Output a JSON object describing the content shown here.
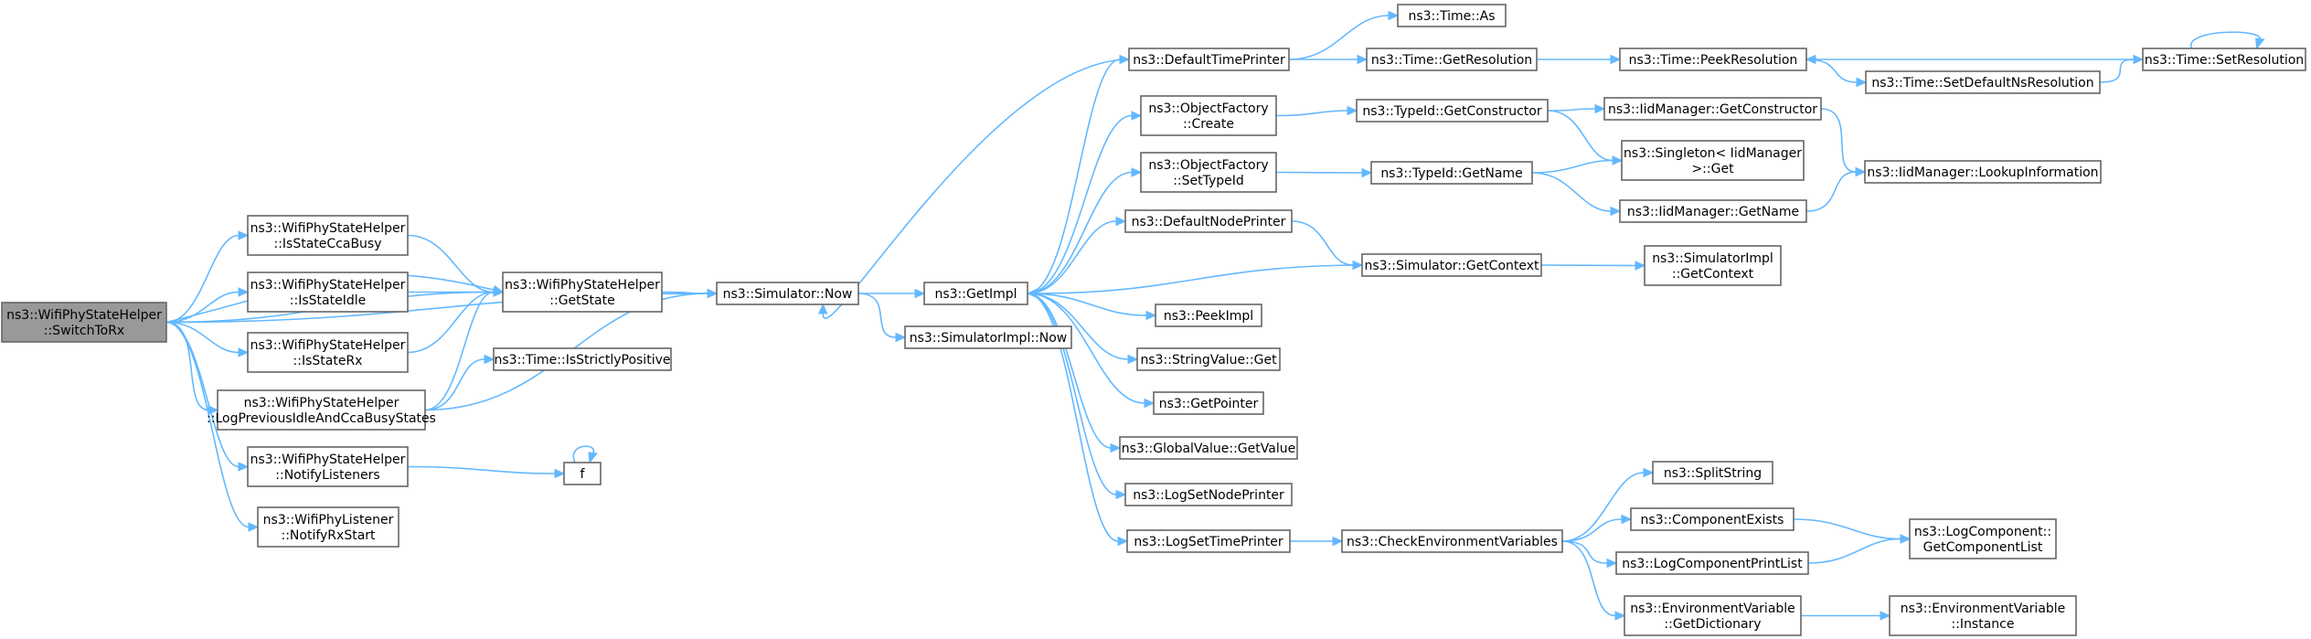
{
  "diagram": {
    "nodes": [
      {
        "id": "switchToRx",
        "lines": [
          "ns3::WifiPhyStateHelper",
          "::SwitchToRx"
        ],
        "root": true
      },
      {
        "id": "isCcaBusy",
        "lines": [
          "ns3::WifiPhyStateHelper",
          "::IsStateCcaBusy"
        ]
      },
      {
        "id": "isIdle",
        "lines": [
          "ns3::WifiPhyStateHelper",
          "::IsStateIdle"
        ]
      },
      {
        "id": "isRx",
        "lines": [
          "ns3::WifiPhyStateHelper",
          "::IsStateRx"
        ]
      },
      {
        "id": "logPrev",
        "lines": [
          "ns3::WifiPhyStateHelper",
          "::LogPreviousIdleAndCcaBusyStates"
        ]
      },
      {
        "id": "notifyListeners",
        "lines": [
          "ns3::WifiPhyStateHelper",
          "::NotifyListeners"
        ]
      },
      {
        "id": "notifyRxStart",
        "lines": [
          "ns3::WifiPhyListener",
          "::NotifyRxStart"
        ]
      },
      {
        "id": "getState",
        "lines": [
          "ns3::WifiPhyStateHelper",
          "::GetState"
        ]
      },
      {
        "id": "isStrictlyPositive",
        "lines": [
          "ns3::Time::IsStrictlyPositive"
        ]
      },
      {
        "id": "f",
        "lines": [
          "f"
        ]
      },
      {
        "id": "simNow",
        "lines": [
          "ns3::Simulator::Now"
        ]
      },
      {
        "id": "getImpl",
        "lines": [
          "ns3::GetImpl"
        ]
      },
      {
        "id": "simImplNow",
        "lines": [
          "ns3::SimulatorImpl::Now"
        ]
      },
      {
        "id": "defTimePrinter",
        "lines": [
          "ns3::DefaultTimePrinter"
        ]
      },
      {
        "id": "ofCreate",
        "lines": [
          "ns3::ObjectFactory",
          "::Create"
        ]
      },
      {
        "id": "ofSetTypeId",
        "lines": [
          "ns3::ObjectFactory",
          "::SetTypeId"
        ]
      },
      {
        "id": "defNodePrinter",
        "lines": [
          "ns3::DefaultNodePrinter"
        ]
      },
      {
        "id": "peekImpl",
        "lines": [
          "ns3::PeekImpl"
        ]
      },
      {
        "id": "strValGet",
        "lines": [
          "ns3::StringValue::Get"
        ]
      },
      {
        "id": "getPointer",
        "lines": [
          "ns3::GetPointer"
        ]
      },
      {
        "id": "gvGetValue",
        "lines": [
          "ns3::GlobalValue::GetValue"
        ]
      },
      {
        "id": "logSetNodePrinter",
        "lines": [
          "ns3::LogSetNodePrinter"
        ]
      },
      {
        "id": "logSetTimePrinter",
        "lines": [
          "ns3::LogSetTimePrinter"
        ]
      },
      {
        "id": "timeAs",
        "lines": [
          "ns3::Time::As"
        ]
      },
      {
        "id": "timeGetRes",
        "lines": [
          "ns3::Time::GetResolution"
        ]
      },
      {
        "id": "typeIdGetCtor",
        "lines": [
          "ns3::TypeId::GetConstructor"
        ]
      },
      {
        "id": "typeIdGetName",
        "lines": [
          "ns3::TypeId::GetName"
        ]
      },
      {
        "id": "simGetContext",
        "lines": [
          "ns3::Simulator::GetContext"
        ]
      },
      {
        "id": "checkEnv",
        "lines": [
          "ns3::CheckEnvironmentVariables"
        ]
      },
      {
        "id": "timePeekRes",
        "lines": [
          "ns3::Time::PeekResolution"
        ]
      },
      {
        "id": "iidGetCtor",
        "lines": [
          "ns3::IidManager::GetConstructor"
        ]
      },
      {
        "id": "singletonGet",
        "lines": [
          "ns3::Singleton< IidManager",
          " >::Get"
        ]
      },
      {
        "id": "iidGetName",
        "lines": [
          "ns3::IidManager::GetName"
        ]
      },
      {
        "id": "simImplGetContext",
        "lines": [
          "ns3::SimulatorImpl",
          "::GetContext"
        ]
      },
      {
        "id": "splitString",
        "lines": [
          "ns3::SplitString"
        ]
      },
      {
        "id": "compExists",
        "lines": [
          "ns3::ComponentExists"
        ]
      },
      {
        "id": "logCompPrintList",
        "lines": [
          "ns3::LogComponentPrintList"
        ]
      },
      {
        "id": "envGetDict",
        "lines": [
          "ns3::EnvironmentVariable",
          "::GetDictionary"
        ]
      },
      {
        "id": "timeSetDefNs",
        "lines": [
          "ns3::Time::SetDefaultNsResolution"
        ]
      },
      {
        "id": "timeSetRes",
        "lines": [
          "ns3::Time::SetResolution"
        ]
      },
      {
        "id": "iidLookup",
        "lines": [
          "ns3::IidManager::LookupInformation"
        ]
      },
      {
        "id": "logCompGetList",
        "lines": [
          "ns3::LogComponent::",
          "GetComponentList"
        ]
      },
      {
        "id": "envInstance",
        "lines": [
          "ns3::EnvironmentVariable",
          "::Instance"
        ]
      }
    ],
    "edges": [
      [
        "switchToRx",
        "isCcaBusy"
      ],
      [
        "switchToRx",
        "isIdle"
      ],
      [
        "switchToRx",
        "isRx"
      ],
      [
        "switchToRx",
        "logPrev"
      ],
      [
        "switchToRx",
        "notifyListeners"
      ],
      [
        "switchToRx",
        "notifyRxStart"
      ],
      [
        "switchToRx",
        "getState"
      ],
      [
        "switchToRx",
        "getState"
      ],
      [
        "switchToRx",
        "simNow"
      ],
      [
        "isCcaBusy",
        "getState"
      ],
      [
        "isIdle",
        "getState"
      ],
      [
        "isRx",
        "getState"
      ],
      [
        "logPrev",
        "getState"
      ],
      [
        "logPrev",
        "isStrictlyPositive"
      ],
      [
        "logPrev",
        "simNow"
      ],
      [
        "notifyListeners",
        "f"
      ],
      [
        "f",
        "f"
      ],
      [
        "getState",
        "simNow"
      ],
      [
        "simNow",
        "getImpl"
      ],
      [
        "simNow",
        "simImplNow"
      ],
      [
        "getImpl",
        "defTimePrinter"
      ],
      [
        "getImpl",
        "ofCreate"
      ],
      [
        "getImpl",
        "ofSetTypeId"
      ],
      [
        "getImpl",
        "defNodePrinter"
      ],
      [
        "getImpl",
        "peekImpl"
      ],
      [
        "getImpl",
        "strValGet"
      ],
      [
        "getImpl",
        "getPointer"
      ],
      [
        "getImpl",
        "gvGetValue"
      ],
      [
        "getImpl",
        "logSetNodePrinter"
      ],
      [
        "getImpl",
        "logSetTimePrinter"
      ],
      [
        "defTimePrinter",
        "timeAs"
      ],
      [
        "defTimePrinter",
        "timeGetRes"
      ],
      [
        "defTimePrinter",
        "simNow"
      ],
      [
        "ofCreate",
        "typeIdGetCtor"
      ],
      [
        "ofSetTypeId",
        "typeIdGetName"
      ],
      [
        "defNodePrinter",
        "simGetContext"
      ],
      [
        "simGetContext",
        "getImpl"
      ],
      [
        "simGetContext",
        "simImplGetContext"
      ],
      [
        "logSetTimePrinter",
        "checkEnv"
      ],
      [
        "timeGetRes",
        "timePeekRes"
      ],
      [
        "typeIdGetCtor",
        "iidGetCtor"
      ],
      [
        "typeIdGetCtor",
        "singletonGet"
      ],
      [
        "typeIdGetName",
        "singletonGet"
      ],
      [
        "typeIdGetName",
        "iidGetName"
      ],
      [
        "checkEnv",
        "splitString"
      ],
      [
        "checkEnv",
        "compExists"
      ],
      [
        "checkEnv",
        "logCompPrintList"
      ],
      [
        "checkEnv",
        "envGetDict"
      ],
      [
        "timePeekRes",
        "timeSetDefNs"
      ],
      [
        "timeSetDefNs",
        "timeSetRes"
      ],
      [
        "timeSetRes",
        "timePeekRes"
      ],
      [
        "timeSetRes",
        "timeSetRes"
      ],
      [
        "iidGetCtor",
        "iidLookup"
      ],
      [
        "iidGetName",
        "iidLookup"
      ],
      [
        "compExists",
        "logCompGetList"
      ],
      [
        "logCompPrintList",
        "logCompGetList"
      ],
      [
        "envGetDict",
        "envInstance"
      ]
    ]
  }
}
